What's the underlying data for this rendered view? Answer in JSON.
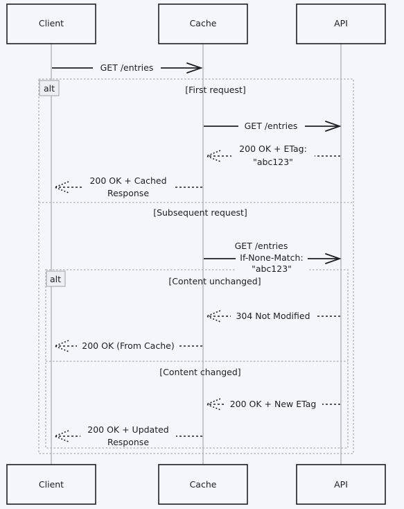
{
  "participants": {
    "client": "Client",
    "cache": "Cache",
    "api": "API"
  },
  "fragments": {
    "outer": {
      "operator": "alt",
      "guard_first": "[First request]",
      "guard_subsequent": "[Subsequent request]"
    },
    "inner": {
      "operator": "alt",
      "guard_unchanged": "[Content unchanged]",
      "guard_changed": "[Content changed]"
    }
  },
  "messages": {
    "m1": {
      "line1": "GET /entries"
    },
    "m2": {
      "line1": "GET /entries"
    },
    "m3": {
      "line1": "200 OK + ETag:",
      "line2": "\"abc123\""
    },
    "m4": {
      "line1": "200 OK + Cached",
      "line2": "Response"
    },
    "m5": {
      "line1": "GET /entries",
      "line2": "If-None-Match:",
      "line3": "\"abc123\""
    },
    "m6": {
      "line1": "304 Not Modified"
    },
    "m7": {
      "line1": "200 OK (From Cache)"
    },
    "m8": {
      "line1": "200 OK + New ETag"
    },
    "m9": {
      "line1": "200 OK + Updated",
      "line2": "Response"
    }
  }
}
